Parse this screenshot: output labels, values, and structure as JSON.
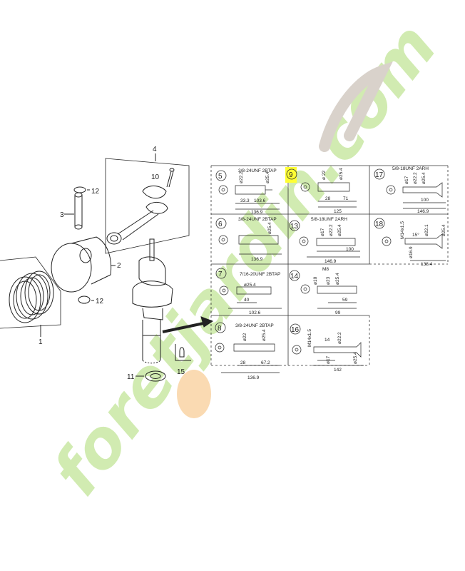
{
  "parts": {
    "p1": "1",
    "p2": "2",
    "p3": "3",
    "p4": "4",
    "p10": "10",
    "p11": "11",
    "p12a": "12",
    "p12b": "12",
    "p15": "15"
  },
  "variants": [
    {
      "id": "5",
      "thread": "3/8-24UNF 2BTAP",
      "dims": [
        "ø22.2",
        "ø25.4",
        "33.3",
        "103.6",
        "136.9"
      ]
    },
    {
      "id": "9",
      "thread": "",
      "dims": [
        "ø 22",
        "ø25.4",
        "28",
        "71",
        "125"
      ]
    },
    {
      "id": "17",
      "thread": "5/8-18UNF 2ARH",
      "dims": [
        "ø17",
        "ø22.2",
        "ø25.4",
        "100",
        "146.9"
      ]
    },
    {
      "id": "6",
      "thread": "3/8-24UNF 2BTAP",
      "dims": [
        "ø25.4",
        "136.9"
      ]
    },
    {
      "id": "13",
      "thread": "5/8-18UNF 2ARH",
      "dims": [
        "ø17",
        "ø22.2",
        "ø25.4",
        "100",
        "146.9"
      ]
    },
    {
      "id": "18",
      "thread": "",
      "dims": [
        "M14x1.5",
        "ø22.1",
        "ø25.4",
        "ø16.9",
        "15°",
        "138.4"
      ]
    },
    {
      "id": "7",
      "thread": "7/16-20UNF 2BTAP",
      "dims": [
        "ø25.4",
        "40",
        "102.6"
      ]
    },
    {
      "id": "14",
      "thread": "M8",
      "dims": [
        "ø10",
        "ø23",
        "ø25.4",
        "59",
        "99"
      ]
    },
    {
      "id": "8",
      "thread": "3/8-24UNF 2BTAP",
      "dims": [
        "ø22",
        "ø25.4",
        "28",
        "67.2",
        "136.9"
      ]
    },
    {
      "id": "16",
      "thread": "",
      "dims": [
        "M14x1.5",
        "14",
        "ø22.2",
        "ø17",
        "ø25.4",
        "142"
      ]
    }
  ],
  "watermark": "foretjardin.com",
  "colors": {
    "highlight": "#ffff33",
    "wm_green": "#c9e8a4",
    "wm_orange": "#f7c98e",
    "wm_gray": "#d3cbc2"
  }
}
